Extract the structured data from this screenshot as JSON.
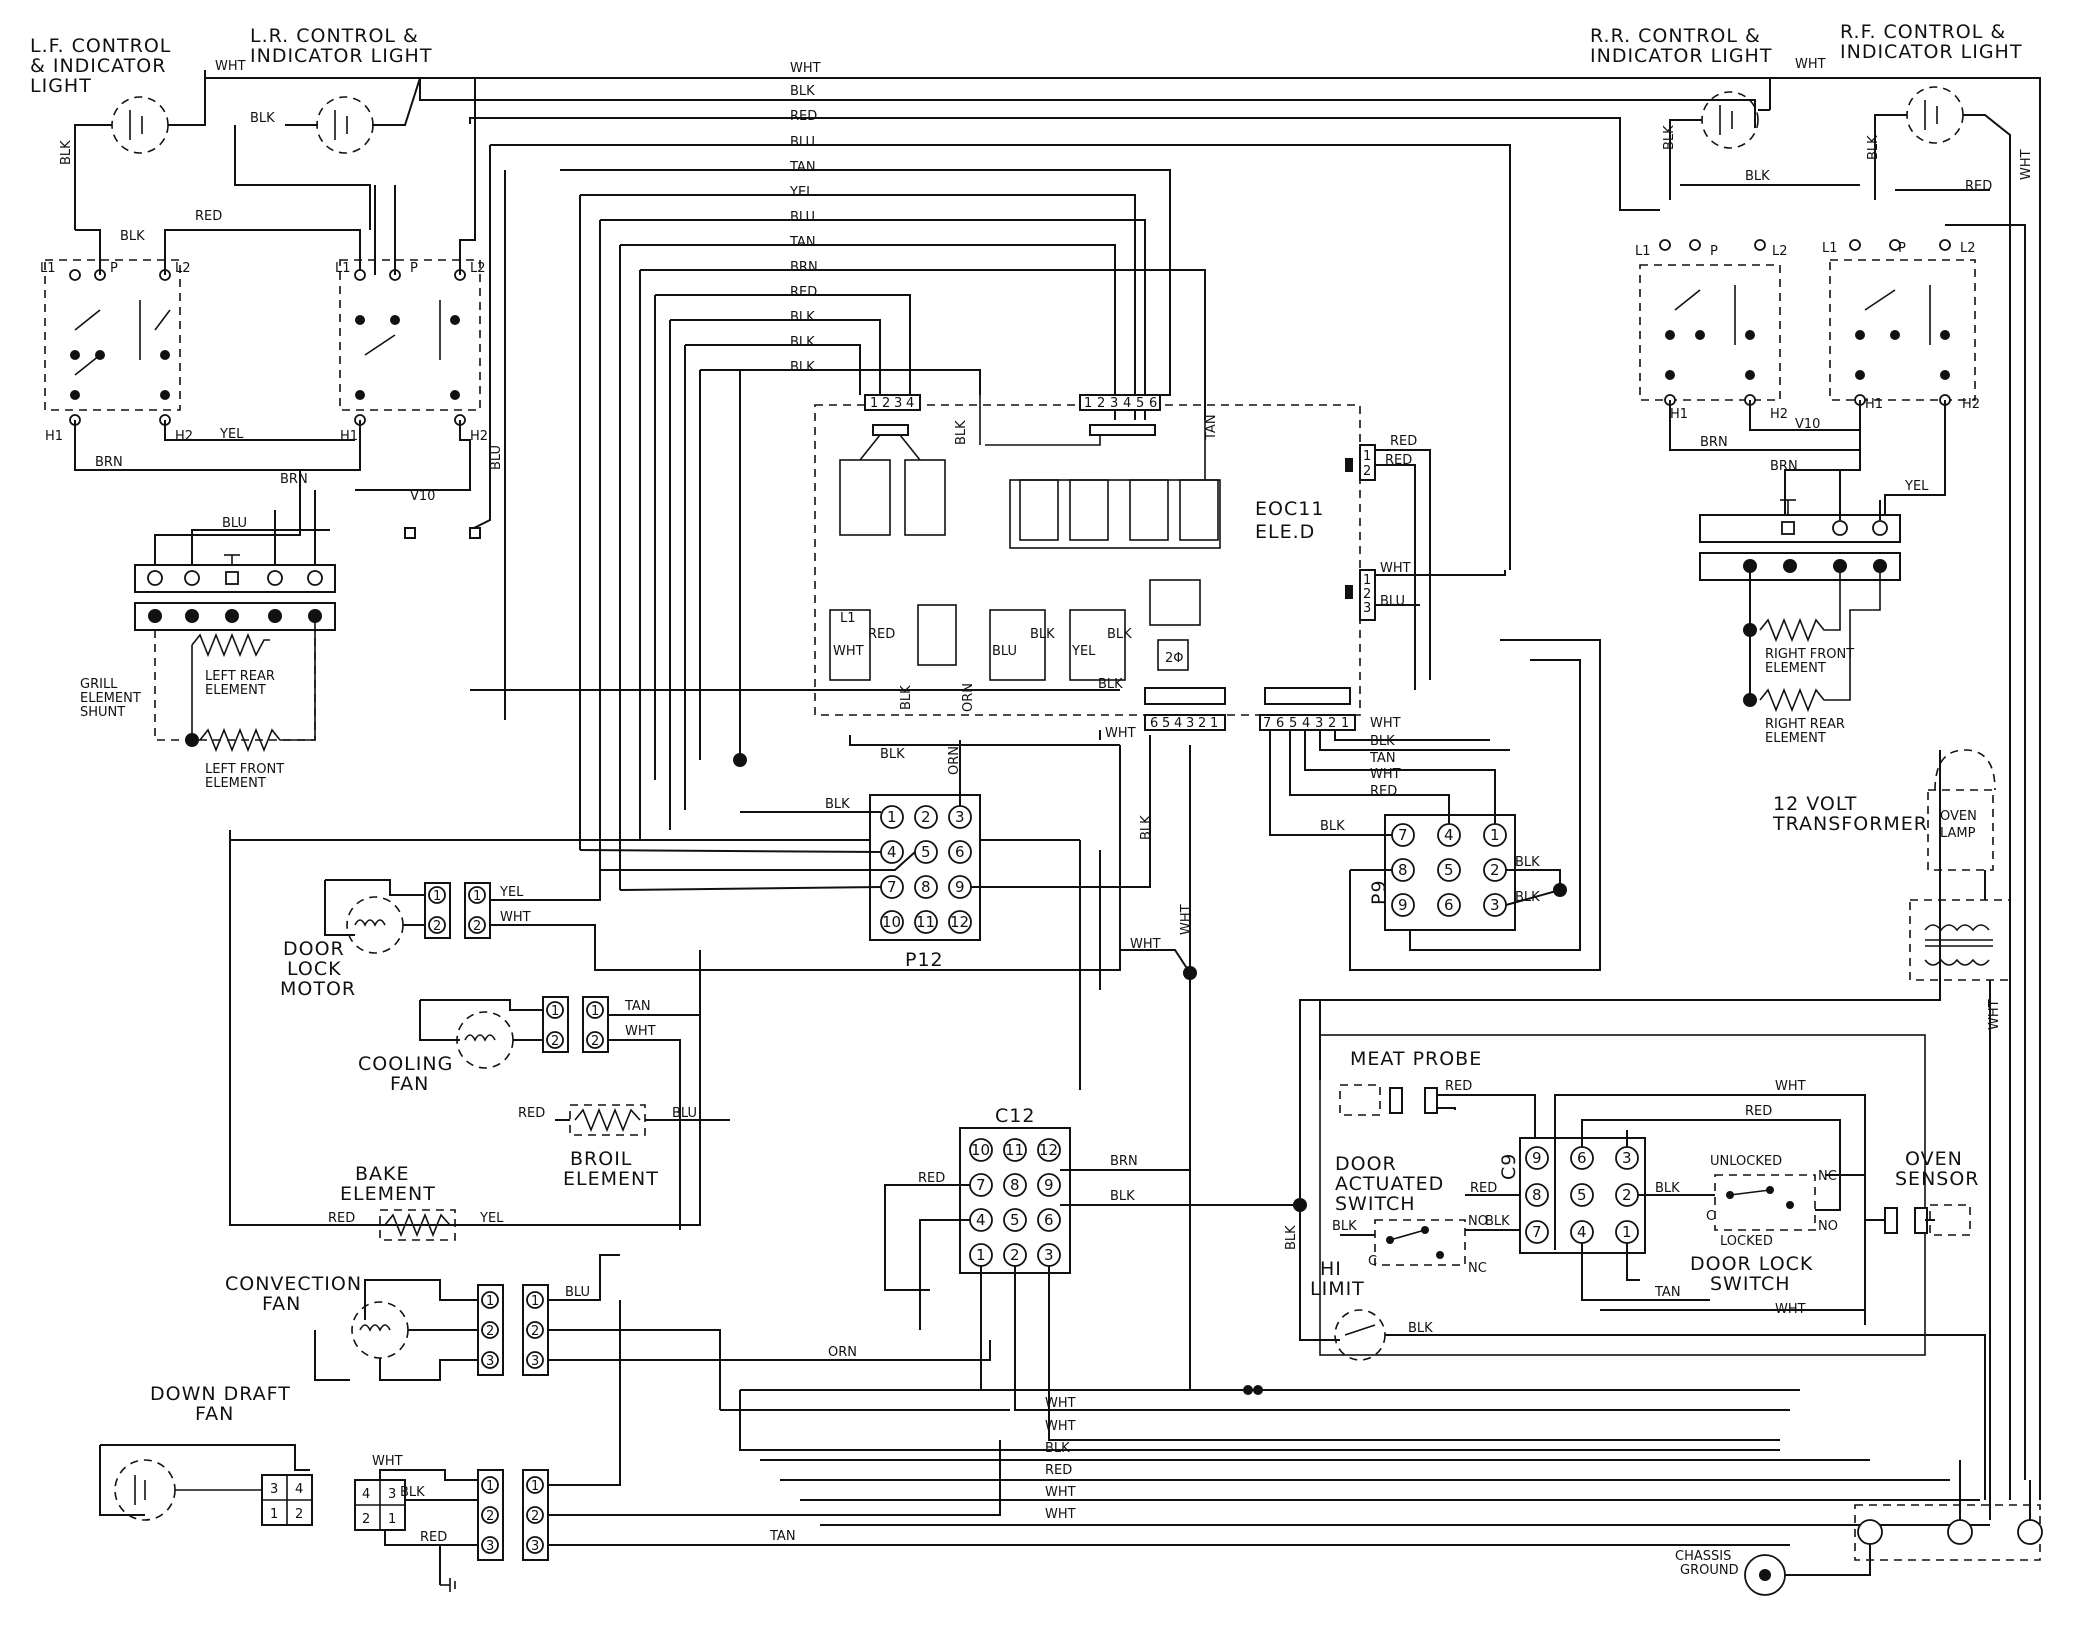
{
  "components": {
    "lf_control": "L.F. CONTROL\n& INDICATOR\nLIGHT",
    "lr_control": "L.R. CONTROL &\nINDICATOR LIGHT",
    "rr_control": "R.R. CONTROL &\nINDICATOR LIGHT",
    "rf_control": "R.F. CONTROL &\nINDICATOR LIGHT",
    "grill_element_shunt": "GRILL\nELEMENT\nSHUNT",
    "left_rear_element": "LEFT REAR\nELEMENT",
    "left_front_element": "LEFT FRONT\nELEMENT",
    "right_front_element": "RIGHT FRONT\nELEMENT",
    "right_rear_element": "RIGHT REAR\nELEMENT",
    "eoc": "EOC11\nELE.D",
    "transformer": "12 VOLT\nTRANSFORMER",
    "oven_lamp": "OVEN\nLAMP",
    "door_lock_motor": "DOOR\nLOCK\nMOTOR",
    "cooling_fan": "COOLING\nFAN",
    "broil_element": "BROIL\nELEMENT",
    "bake_element": "BAKE\nELEMENT",
    "convection_fan": "CONVECTION\nFAN",
    "down_draft_fan": "DOWN DRAFT\nFAN",
    "meat_probe": "MEAT PROBE",
    "door_actuated_switch": "DOOR\nACTUATED\nSWITCH",
    "hi_limit": "HI\nLIMIT",
    "door_lock_switch": "DOOR LOCK\nSWITCH",
    "oven_sensor": "OVEN\nSENSOR",
    "chassis_ground": "CHASSIS\nGROUND",
    "unlocked": "UNLOCKED",
    "locked": "LOCKED"
  },
  "connectors": {
    "p12": {
      "name": "P12",
      "pins": [
        "1",
        "2",
        "3",
        "4",
        "5",
        "6",
        "7",
        "8",
        "9",
        "10",
        "11",
        "12"
      ]
    },
    "c12": {
      "name": "C12",
      "pins": [
        "10",
        "11",
        "12",
        "7",
        "8",
        "9",
        "4",
        "5",
        "6",
        "1",
        "2",
        "3"
      ]
    },
    "p9": {
      "name": "P9",
      "pins": [
        "7",
        "4",
        "1",
        "8",
        "5",
        "2",
        "9",
        "6",
        "3"
      ]
    },
    "c9": {
      "name": "C9",
      "pins": [
        "9",
        "6",
        "3",
        "8",
        "5",
        "2",
        "7",
        "4",
        "1"
      ]
    },
    "eoc_top_a": [
      "1",
      "2",
      "3",
      "4"
    ],
    "eoc_top_b": [
      "1",
      "2",
      "3",
      "4",
      "5",
      "6"
    ],
    "eoc_bottom_a": [
      "6",
      "5",
      "4",
      "3",
      "2",
      "1"
    ],
    "eoc_bottom_b": [
      "7",
      "6",
      "5",
      "4",
      "3",
      "2",
      "1"
    ],
    "eoc_side_a": [
      "1",
      "2"
    ],
    "eoc_side_b": [
      "1",
      "2",
      "3"
    ]
  },
  "terminals": {
    "l1": "L1",
    "l2": "L2",
    "p": "P",
    "h1": "H1",
    "h2": "H2",
    "nc": "NC",
    "no": "NO",
    "c": "C",
    "eoc_l1": "L1",
    "eoc_wht": "WHT",
    "eoc_red": "RED",
    "eoc_blu": "BLU",
    "eoc_blk": "BLK",
    "eoc_yel": "YEL",
    "eoc_blk2": "BLK",
    "eoc_blk3": "BLK",
    "transformer_inner": "2Φ",
    "fan_pins": [
      "1",
      "2",
      "3"
    ],
    "ddfan_pins": [
      "3",
      "4",
      "1",
      "2"
    ],
    "plug_pins": [
      "4",
      "3",
      "2",
      "1"
    ]
  },
  "wire_colors": {
    "wht": "WHT",
    "blk": "BLK",
    "red": "RED",
    "blu": "BLU",
    "tan": "TAN",
    "yel": "YEL",
    "brn": "BRN",
    "orn": "ORN",
    "v10": "V10"
  },
  "colors": {
    "ink": "#111111",
    "paper": "#ffffff"
  }
}
